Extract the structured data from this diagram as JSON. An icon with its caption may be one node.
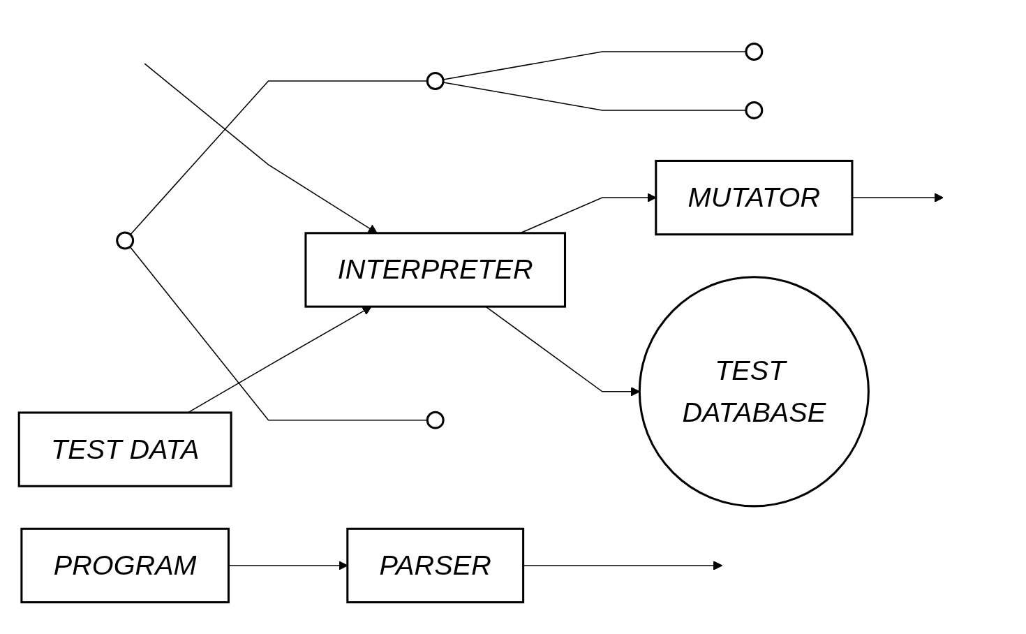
{
  "diagram": {
    "nodes": [
      {
        "text": [
          "PROGRAM"
        ]
      },
      {
        "text": [
          "PARSER"
        ]
      },
      {
        "text": [],
        "shape": "circle"
      },
      {
        "text": [],
        "shape": "circle"
      },
      {
        "text": [],
        "shape": "circle"
      },
      {
        "text": [],
        "shape": "circle"
      },
      {
        "text": [],
        "shape": "circle"
      },
      {
        "text": [
          "MUTATOR"
        ]
      },
      {
        "text": [
          "TEST DATA"
        ]
      },
      {
        "text": [
          "INTERPRETER"
        ]
      },
      {
        "text": [
          "TEST DATABASE"
        ]
      }
    ],
    "edges": [
      {
        "from": 0,
        "to": 1,
        "arrow": "to"
      },
      {
        "from": 1,
        "to": null,
        "arrow": "to"
      },
      {
        "from": 2,
        "to": 3,
        "arrow": "none"
      },
      {
        "from": 2,
        "to": 4,
        "arrow": "none"
      },
      {
        "from": 3,
        "to": 5,
        "arrow": "none"
      },
      {
        "from": 3,
        "to": 6,
        "arrow": "none"
      },
      {
        "from": 7,
        "to": null,
        "arrow": "to"
      },
      {
        "from": null,
        "to": 9,
        "arrow": "to"
      },
      {
        "from": 8,
        "to": 9,
        "arrow": "to"
      },
      {
        "from": 9,
        "to": 7,
        "arrow": "to"
      },
      {
        "from": 9,
        "to": 10,
        "arrow": "to"
      }
    ]
  }
}
